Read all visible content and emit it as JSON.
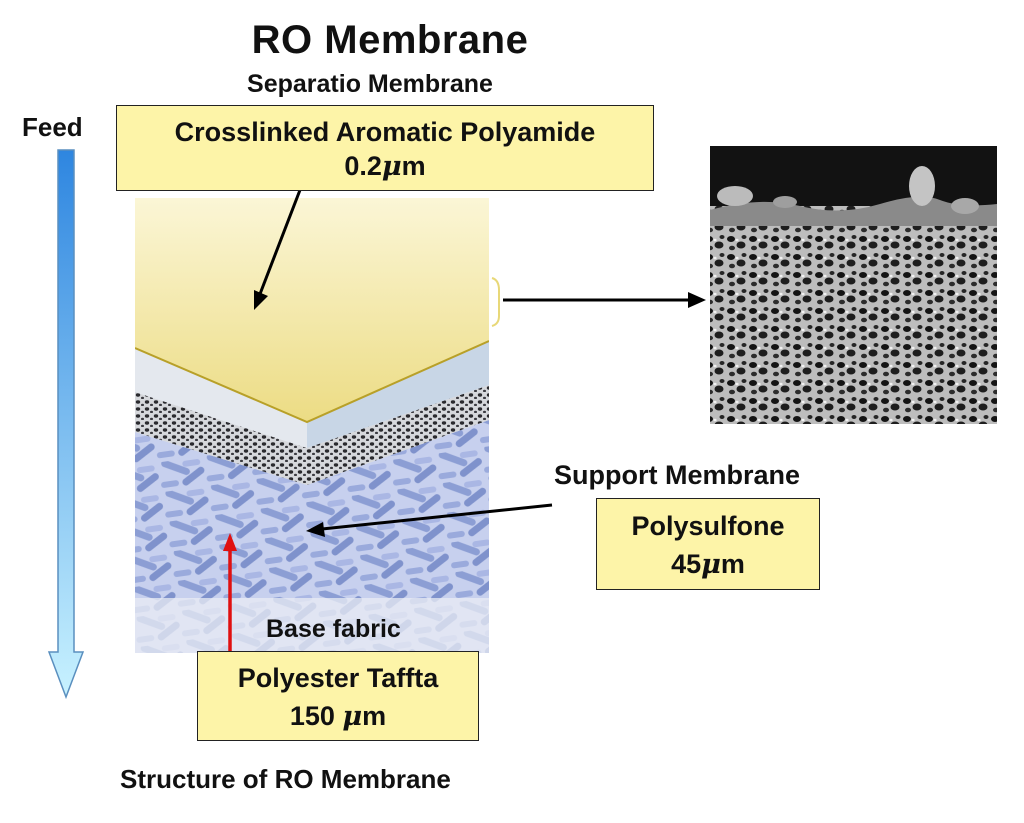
{
  "diagram": {
    "title": "RO Membrane",
    "subtitle": "Separatio Membrane",
    "feed_label": "Feed",
    "top_layer": {
      "name": "Crosslinked Aromatic Polyamide",
      "thickness_value": "0.2",
      "thickness_unit_symbol": "μ",
      "thickness_unit_suffix": "m"
    },
    "support_layer": {
      "heading": "Support Membrane",
      "name": "Polysulfone",
      "thickness_value": "45",
      "thickness_unit_symbol": "μ",
      "thickness_unit_suffix": "m"
    },
    "base_layer": {
      "heading": "Base fabric",
      "name": "Polyester Taffta",
      "thickness_value": "150 ",
      "thickness_unit_symbol": "μ",
      "thickness_unit_suffix": "m"
    },
    "caption": "Structure of RO Membrane",
    "colors": {
      "polyamide_layer": "#f2e59a",
      "box_fill": "#fdf4a8",
      "fabric_fibers": "#8c9ed4",
      "feed_arrow_top": "#2e86e0",
      "feed_arrow_bottom": "#c8f2ff",
      "base_arrow": "#e01010"
    }
  }
}
